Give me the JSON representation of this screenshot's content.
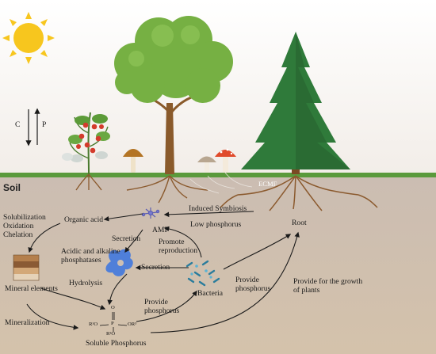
{
  "labels": {
    "soil": "Soil",
    "c": "C",
    "p": "P",
    "solubilization": "Solubilization",
    "oxidation": "Oxidation",
    "chelation": "Chelation",
    "organic_acid": "Organic acid",
    "induced_symbiosis": "Induced Symbiosis",
    "low_phosphorus": "Low phosphorus",
    "amf": "AMF",
    "root": "Root",
    "secretion_top": "Secretion",
    "promote_reproduction_1": "Promote",
    "promote_reproduction_2": "reproduction",
    "acid_phosphatases_1": "Acidic and alkaline",
    "acid_phosphatases_2": "phosphatases",
    "secretion_mid": "Secretion",
    "hydrolysis": "Hydrolysis",
    "mineral_elements": "Mineral elements",
    "provide_phosphorus_left_1": "Provide",
    "provide_phosphorus_left_2": "phosphorus",
    "bacteria": "Bacteria",
    "provide_phosphorus_right_1": "Provide",
    "provide_phosphorus_right_2": "phosphorus",
    "provide_growth_1": "Provide for the growth",
    "provide_growth_2": "of plants",
    "mineralization": "Mineralization",
    "soluble_phosphorus": "Soluble Phosphorus",
    "ecmf": "ECMF"
  },
  "chem": {
    "o_top": "O",
    "p_atom": "P",
    "r1o": "R¹O",
    "or3": "OR³",
    "r2o": "R²O"
  },
  "colors": {
    "sky": "#ffffff",
    "soil_top": "#cdbfb2",
    "soil_bottom": "#d2c0a9",
    "grass": "#5a9a3c",
    "sun": "#f7c61e",
    "tree_green": "#76b043",
    "pine_green": "#2f7a3a",
    "trunk": "#8a5a2b",
    "root": "#8b5a2e",
    "phosphatase_blue": "#4f7fd9"
  }
}
